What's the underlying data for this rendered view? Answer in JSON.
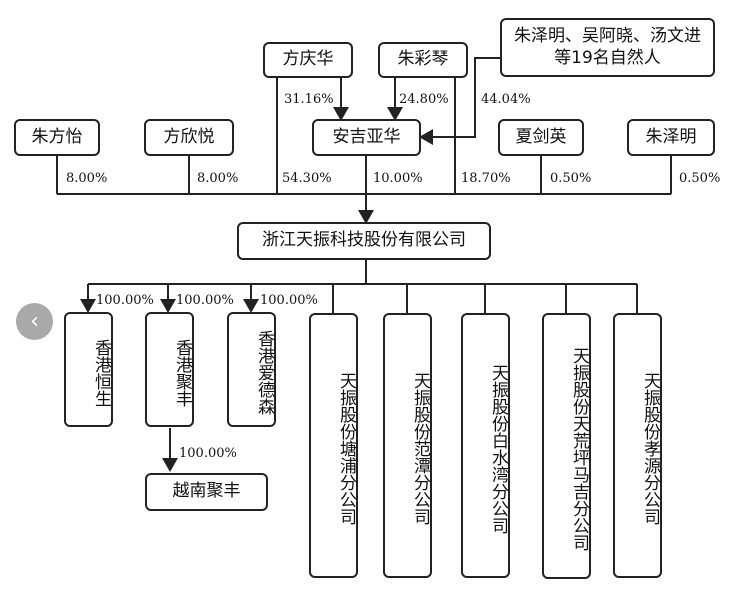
{
  "nodes": {
    "zhu_qinghua": "方庆华",
    "zhu_caiqin": "朱彩琴",
    "natural_persons": "朱泽明、吴阿晓、汤文进等19名自然人",
    "zhu_fangyi": "朱方怡",
    "fang_xinyue": "方欣悦",
    "anji_yahua": "安吉亚华",
    "xia_jianying": "夏剑英",
    "zhu_zeming": "朱泽明",
    "company": "浙江天振科技股份有限公司",
    "hk_hengsheng": "香港恒生",
    "hk_jufeng": "香港聚丰",
    "hk_aidesen": "香港爱德森",
    "vietnam_jufeng": "越南聚丰",
    "branch_tangpu": "天振股份塘浦分公司",
    "branch_fantan": "天振股份范潭分公司",
    "branch_baishuiwan": "天振股份白水湾分公司",
    "branch_tianhuangping": "天振股份天荒坪马吉分公司",
    "branch_xiaoyuan": "天振股份孝源分公司"
  },
  "percentages": {
    "qinghua_to_anji": "31.16%",
    "caiqin_to_anji": "24.80%",
    "persons_to_anji": "44.04%",
    "fangyi_to_company": "8.00%",
    "xinyue_to_company": "8.00%",
    "qinghua_to_company": "54.30%",
    "anji_to_company": "10.00%",
    "caiqin_to_company": "18.70%",
    "jianying_to_company": "0.50%",
    "zeming_to_company": "0.50%",
    "company_to_hengsheng": "100.00%",
    "company_to_jufeng": "100.00%",
    "company_to_aidesen": "100.00%",
    "jufeng_to_vietnam": "100.00%"
  },
  "nav": {
    "back_icon": "‹"
  }
}
